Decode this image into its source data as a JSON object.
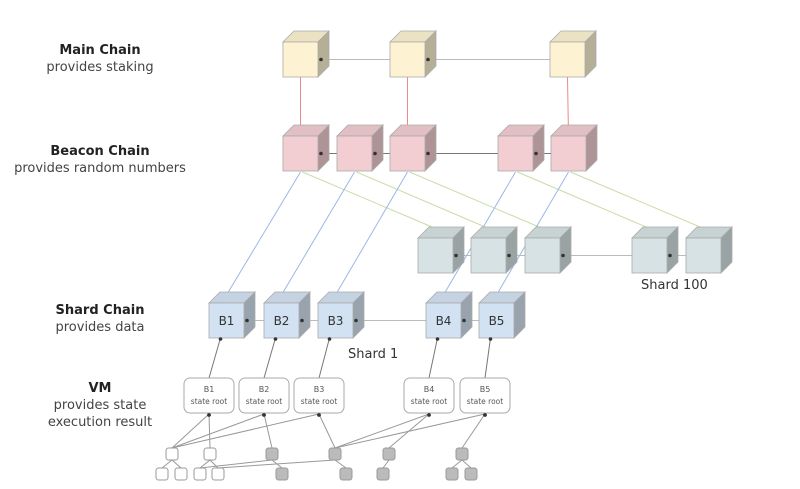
{
  "layers": [
    {
      "id": "main",
      "title": "Main Chain",
      "subtitle": [
        "provides staking"
      ]
    },
    {
      "id": "beacon",
      "title": "Beacon Chain",
      "subtitle": [
        "provides random numbers"
      ]
    },
    {
      "id": "shard",
      "title": "Shard Chain",
      "subtitle": [
        "provides data"
      ]
    },
    {
      "id": "vm",
      "title": "VM",
      "subtitle": [
        "provides state",
        "execution result"
      ]
    }
  ],
  "shard_labels": {
    "shard1": "Shard 1",
    "shard100": "Shard 100"
  },
  "shard_blocks": [
    "B1",
    "B2",
    "B3",
    "B4",
    "B5"
  ],
  "state_roots": [
    {
      "block": "B1",
      "label": "state root"
    },
    {
      "block": "B2",
      "label": "state root"
    },
    {
      "block": "B3",
      "label": "state root"
    },
    {
      "block": "B4",
      "label": "state root"
    },
    {
      "block": "B5",
      "label": "state root"
    }
  ],
  "colors": {
    "main_chain": "#fdf3d3",
    "beacon_chain": "#f2cdd1",
    "shard_100": "#d6e2e3",
    "shard_1": "#d3e2f2",
    "link_red": "#e88a8a",
    "link_blue": "#9bb7e6",
    "link_green": "#c9dcaa",
    "link_gray": "#999999"
  }
}
